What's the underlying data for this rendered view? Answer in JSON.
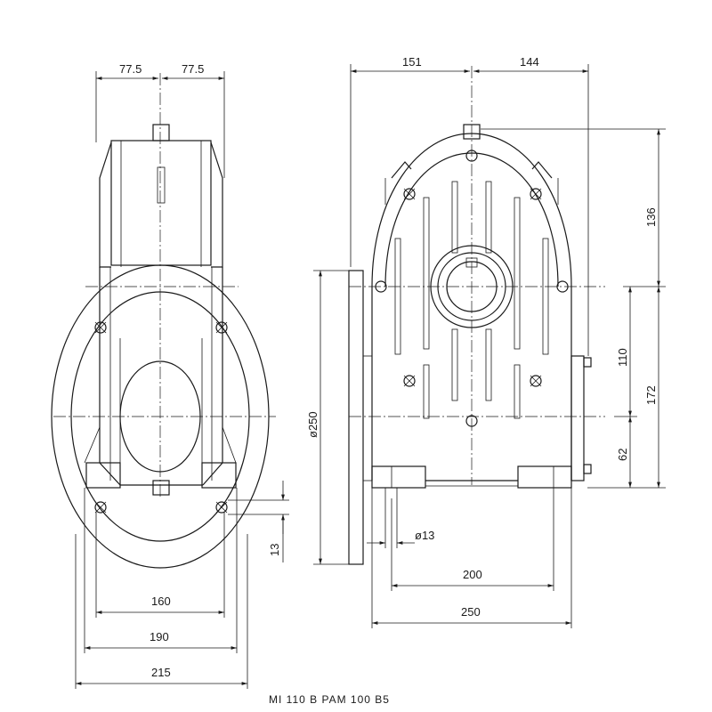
{
  "caption": "MI 110 B PAM 100 B5",
  "left_view": {
    "dims": {
      "half_width_left": "77.5",
      "half_width_right": "77.5",
      "hole_spacing": "160",
      "foot_spacing": "190",
      "overall_width": "215",
      "flange_thickness": "13"
    }
  },
  "right_view": {
    "dims": {
      "left_offset": "151",
      "right_offset": "144",
      "top_height": "136",
      "axis_height": "110",
      "total_height": "172",
      "base_height": "62",
      "flange_diameter": "ø250",
      "hole_diameter": "ø13",
      "hole_center_distance": "200",
      "base_width": "250"
    }
  }
}
